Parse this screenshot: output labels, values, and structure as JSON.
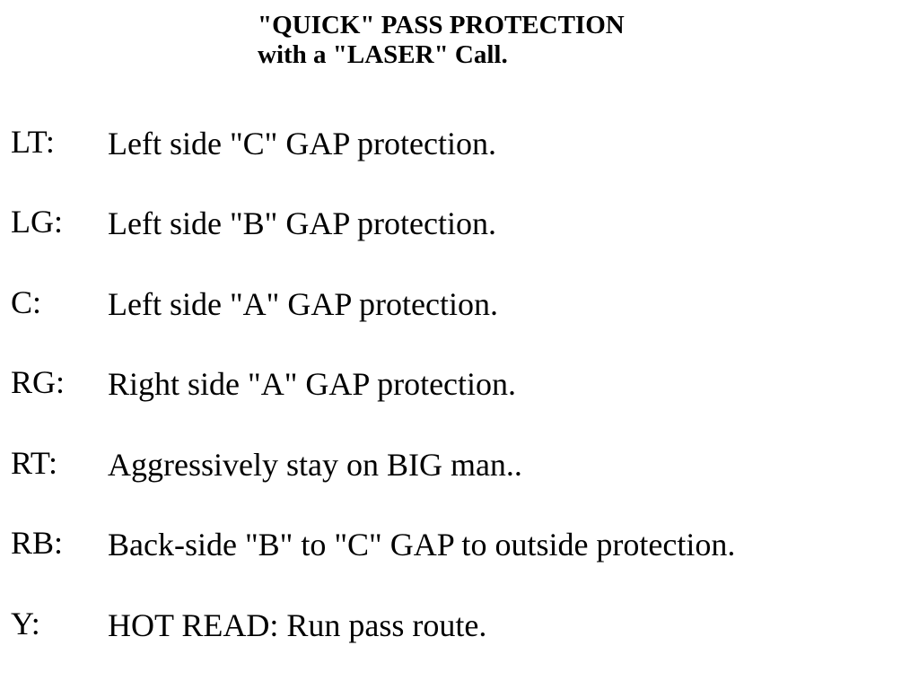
{
  "title": {
    "line1": "\"QUICK\" PASS PROTECTION",
    "line2": "with a \"LASER\" Call."
  },
  "assignments": [
    {
      "position": "LT:",
      "description": "Left side \"C\" GAP protection."
    },
    {
      "position": "LG:",
      "description": "Left side \"B\" GAP protection."
    },
    {
      "position": "C:",
      "description": "Left side \"A\" GAP protection."
    },
    {
      "position": "RG:",
      "description": "Right side \"A\" GAP protection."
    },
    {
      "position": "RT:",
      "description": "Aggressively stay on BIG man.."
    },
    {
      "position": "RB:",
      "description": "Back-side \"B\" to \"C\" GAP to outside protection."
    },
    {
      "position": "Y:",
      "description": "HOT READ:  Run pass route."
    }
  ]
}
